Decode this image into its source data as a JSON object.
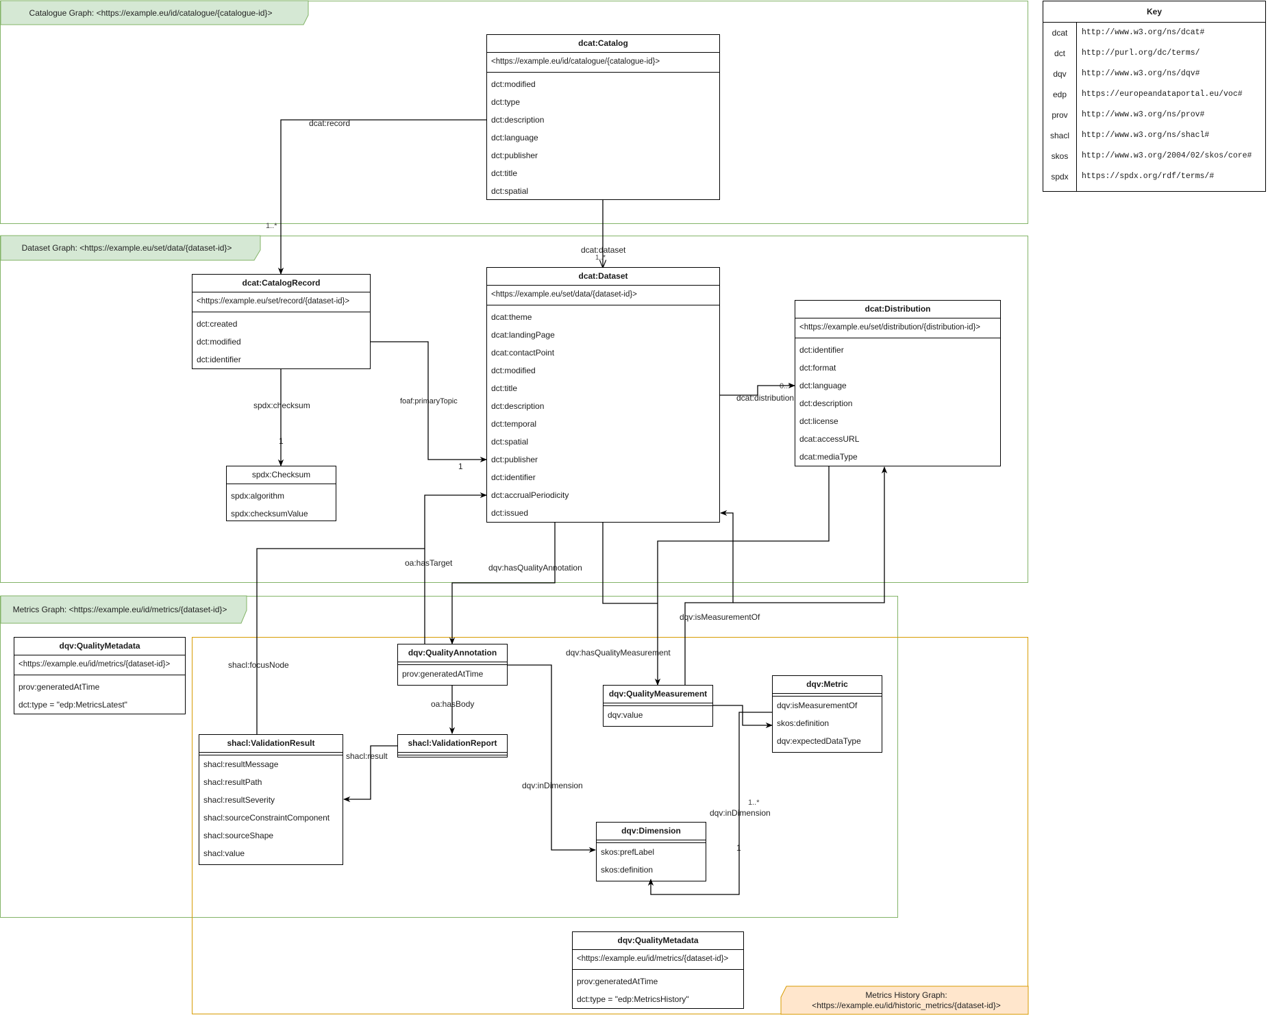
{
  "graphs": {
    "catalogue": "Catalogue Graph: <https://example.eu/id/catalogue/{catalogue-id}>",
    "dataset": "Dataset Graph: <https://example.eu/set/data/{dataset-id}>",
    "metrics": "Metrics Graph: <https://example.eu/id/metrics/{dataset-id}>",
    "history_line1": "Metrics History Graph:",
    "history_line2": "<https://example.eu/id/historic_metrics/{dataset-id}>"
  },
  "colors": {
    "graph_border_green": "#82b366",
    "graph_fill_green": "#d5e8d4",
    "graph_border_orange": "#d79b00",
    "graph_fill_orange": "#ffe6cc"
  },
  "classes": {
    "catalog": {
      "name": "dcat:Catalog",
      "iri": "<https://example.eu/id/catalogue/{catalogue-id}>",
      "attrs": [
        "dct:modified",
        "dct:type",
        "dct:description",
        "dct:language",
        "dct:publisher",
        "dct:title",
        "dct:spatial"
      ]
    },
    "catalog_record": {
      "name": "dcat:CatalogRecord",
      "iri": "<https://example.eu/set/record/{dataset-id}>",
      "attrs": [
        "dct:created",
        "dct:modified",
        "dct:identifier"
      ]
    },
    "checksum": {
      "name": "spdx:Checksum",
      "attrs": [
        "spdx:algorithm",
        "spdx:checksumValue"
      ]
    },
    "dataset": {
      "name": "dcat:Dataset",
      "iri": "<https://example.eu/set/data/{dataset-id}>",
      "attrs": [
        "dcat:theme",
        "dcat:landingPage",
        "dcat:contactPoint",
        "dct:modified",
        "dct:title",
        "dct:description",
        "dct:temporal",
        "dct:spatial",
        "dct:publisher",
        "dct:identifier",
        "dct:accrualPeriodicity",
        "dct:issued"
      ]
    },
    "distribution": {
      "name": "dcat:Distribution",
      "iri": "<https://example.eu/set/distribution/{distribution-id}>",
      "attrs": [
        "dct:identifier",
        "dct:format",
        "dct:language",
        "dct:description",
        "dct:license",
        "dcat:accessURL",
        "dcat:mediaType"
      ]
    },
    "quality_metadata_latest": {
      "name": "dqv:QualityMetadata",
      "iri": "<https://example.eu/id/metrics/{dataset-id}>",
      "attrs": [
        "prov:generatedAtTime",
        "dct:type = \"edp:MetricsLatest\""
      ]
    },
    "quality_annotation": {
      "name": "dqv:QualityAnnotation",
      "attrs": [
        "prov:generatedAtTime"
      ]
    },
    "validation_report": {
      "name": "shacl:ValidationReport",
      "attrs": []
    },
    "validation_result": {
      "name": "shacl:ValidationResult",
      "attrs": [
        "shacl:resultMessage",
        "shacl:resultPath",
        "shacl:resultSeverity",
        "shacl:sourceConstraintComponent",
        "shacl:sourceShape",
        "shacl:value"
      ]
    },
    "quality_measurement": {
      "name": "dqv:QualityMeasurement",
      "attrs": [
        "dqv:value"
      ]
    },
    "metric": {
      "name": "dqv:Metric",
      "attrs": [
        "dqv:isMeasurementOf",
        "skos:definition",
        "dqv:expectedDataType"
      ]
    },
    "dimension": {
      "name": "dqv:Dimension",
      "attrs": [
        "skos:prefLabel",
        "skos:definition"
      ]
    },
    "quality_metadata_history": {
      "name": "dqv:QualityMetadata",
      "iri": "<https://example.eu/id/metrics/{dataset-id}>",
      "attrs": [
        "prov:generatedAtTime",
        "dct:type = \"edp:MetricsHistory\""
      ]
    }
  },
  "edges": {
    "record": "dcat:record",
    "record_mult": "1..*",
    "dataset": "dcat:dataset",
    "dataset_mult": "1..*",
    "checksum": "spdx:checksum",
    "checksum_mult": "1",
    "primary_topic": "foaf:primaryTopic",
    "primary_topic_mult": "1",
    "distribution": "dcat:distribution",
    "distribution_mult": "0..*",
    "has_target": "oa:hasTarget",
    "has_quality_annotation": "dqv:hasQualityAnnotation",
    "has_quality_measurement": "dqv:hasQualityMeasurement",
    "is_measurement_of": "dqv:isMeasurementOf",
    "focus_node": "shacl:focusNode",
    "has_body": "oa:hasBody",
    "result": "shacl:result",
    "in_dimension_annotation": "dqv:inDimension",
    "in_dimension_metric": "dqv:inDimension",
    "in_dimension_mult_src": "1..*",
    "in_dimension_mult_tgt": "1"
  },
  "key": {
    "title": "Key",
    "rows": [
      {
        "prefix": "dcat",
        "uri": "http://www.w3.org/ns/dcat#"
      },
      {
        "prefix": "dct",
        "uri": "http://purl.org/dc/terms/"
      },
      {
        "prefix": "dqv",
        "uri": "http://www.w3.org/ns/dqv#"
      },
      {
        "prefix": "edp",
        "uri": "https://europeandataportal.eu/voc#"
      },
      {
        "prefix": "prov",
        "uri": "http://www.w3.org/ns/prov#"
      },
      {
        "prefix": "shacl",
        "uri": "http://www.w3.org/ns/shacl#"
      },
      {
        "prefix": "skos",
        "uri": "http://www.w3.org/2004/02/skos/core#"
      },
      {
        "prefix": "spdx",
        "uri": "https://spdx.org/rdf/terms/#"
      }
    ]
  }
}
